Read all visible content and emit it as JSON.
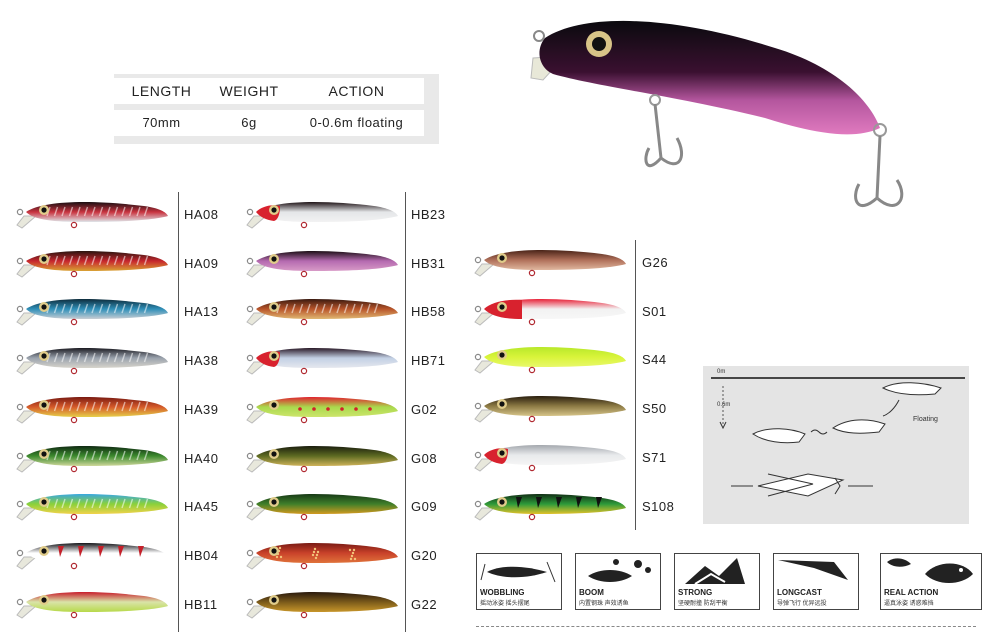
{
  "spec": {
    "headers": [
      "LENGTH",
      "WEIGHT",
      "ACTION"
    ],
    "values": [
      "70mm",
      "6g",
      "0-0.6m floating"
    ]
  },
  "columns": [
    {
      "items": [
        {
          "code": "HA08",
          "back": "#1a0f12",
          "side": "#c9333f",
          "belly": "#dfe6ea",
          "pattern": "scale"
        },
        {
          "code": "HA09",
          "back": "#2a1510",
          "side": "#c7262e",
          "belly": "#d9a234",
          "pattern": "scale"
        },
        {
          "code": "HA13",
          "back": "#0e2d3d",
          "side": "#2f8fb8",
          "belly": "#c9ced4",
          "pattern": "scale"
        },
        {
          "code": "HA38",
          "back": "#1b1b22",
          "side": "#9aa2ad",
          "belly": "#d7d4cc",
          "pattern": "scale"
        },
        {
          "code": "HA39",
          "back": "#7a1a12",
          "side": "#d55a2a",
          "belly": "#e6d04a",
          "pattern": "scale"
        },
        {
          "code": "HA40",
          "back": "#0f2a12",
          "side": "#3c8a2e",
          "belly": "#cfd89b",
          "pattern": "scale"
        },
        {
          "code": "HA45",
          "back": "#39a8e0",
          "side": "#8ad13a",
          "belly": "#f2d24a",
          "pattern": "scale"
        },
        {
          "code": "HB04",
          "back": "#16161a",
          "side": "#ffffff",
          "belly": "#ffffff",
          "pattern": "bars-red"
        },
        {
          "code": "HB11",
          "back": "#c81e2c",
          "side": "#d9e4a8",
          "belly": "#b7d94a",
          "pattern": "plain"
        }
      ]
    },
    {
      "items": [
        {
          "code": "HB23",
          "back": "#201518",
          "side": "#e4e6e8",
          "belly": "#f2f2f2",
          "pattern": "redhead"
        },
        {
          "code": "HB31",
          "back": "#1d0f16",
          "side": "#b56ab0",
          "belly": "#d89ac7",
          "pattern": "plain"
        },
        {
          "code": "HB58",
          "back": "#3a1a10",
          "side": "#b8542a",
          "belly": "#e0b873",
          "pattern": "scale"
        },
        {
          "code": "HB71",
          "back": "#2a1a28",
          "side": "#c2d0e4",
          "belly": "#e6e8ee",
          "pattern": "redhead"
        },
        {
          "code": "G02",
          "back": "#e0242f",
          "side": "#a9d94d",
          "belly": "#cde56c",
          "pattern": "dots"
        },
        {
          "code": "G08",
          "back": "#1b1e0e",
          "side": "#5e6b22",
          "belly": "#cfb35a",
          "pattern": "plain"
        },
        {
          "code": "G09",
          "back": "#173a16",
          "side": "#3f7f2a",
          "belly": "#d39a20",
          "pattern": "plain"
        },
        {
          "code": "G20",
          "back": "#7a1b14",
          "side": "#c9422a",
          "belly": "#e0723a",
          "pattern": "speckle"
        },
        {
          "code": "G22",
          "back": "#2a1a0d",
          "side": "#7a5a1a",
          "belly": "#c8962a",
          "pattern": "plain"
        }
      ]
    },
    {
      "items": [
        {
          "code": "G26",
          "back": "#4a2418",
          "side": "#b0705a",
          "belly": "#e0b8a0",
          "pattern": "plain"
        },
        {
          "code": "S01",
          "back": "#e8243a",
          "side": "#f2f2f2",
          "belly": "#f7f7f7",
          "pattern": "redheadfull"
        },
        {
          "code": "S44",
          "back": "#b8e82a",
          "side": "#d9f43a",
          "belly": "#e8f86a",
          "pattern": "plain"
        },
        {
          "code": "S50",
          "back": "#2a1e0e",
          "side": "#8c7a44",
          "belly": "#d6c489",
          "pattern": "plain"
        },
        {
          "code": "S71",
          "back": "#a4a8ae",
          "side": "#e8eaec",
          "belly": "#f5f5f5",
          "pattern": "redhead"
        },
        {
          "code": "S108",
          "back": "#123016",
          "side": "#2e9a3a",
          "belly": "#e2c22a",
          "pattern": "bars-black"
        }
      ]
    }
  ],
  "diagram": {
    "depth_top": "0m",
    "depth_bottom": "0.6m",
    "floating_label": "Floating"
  },
  "features": [
    {
      "title": "WOBBLING",
      "subtitle": "摇动泳姿 摇头摆尾",
      "icon": "wobble-icon"
    },
    {
      "title": "BOOM",
      "subtitle": "内置钢珠 声效诱鱼",
      "icon": "boom-icon"
    },
    {
      "title": "STRONG",
      "subtitle": "坚硬耐撞 防刮平衡",
      "icon": "strong-icon"
    },
    {
      "title": "LONGCAST",
      "subtitle": "导弹飞行 优异远投",
      "icon": "longcast-icon"
    },
    {
      "title": "REAL ACTION",
      "subtitle": "逼真泳姿 诱惑难挡",
      "icon": "real-action-icon"
    }
  ]
}
